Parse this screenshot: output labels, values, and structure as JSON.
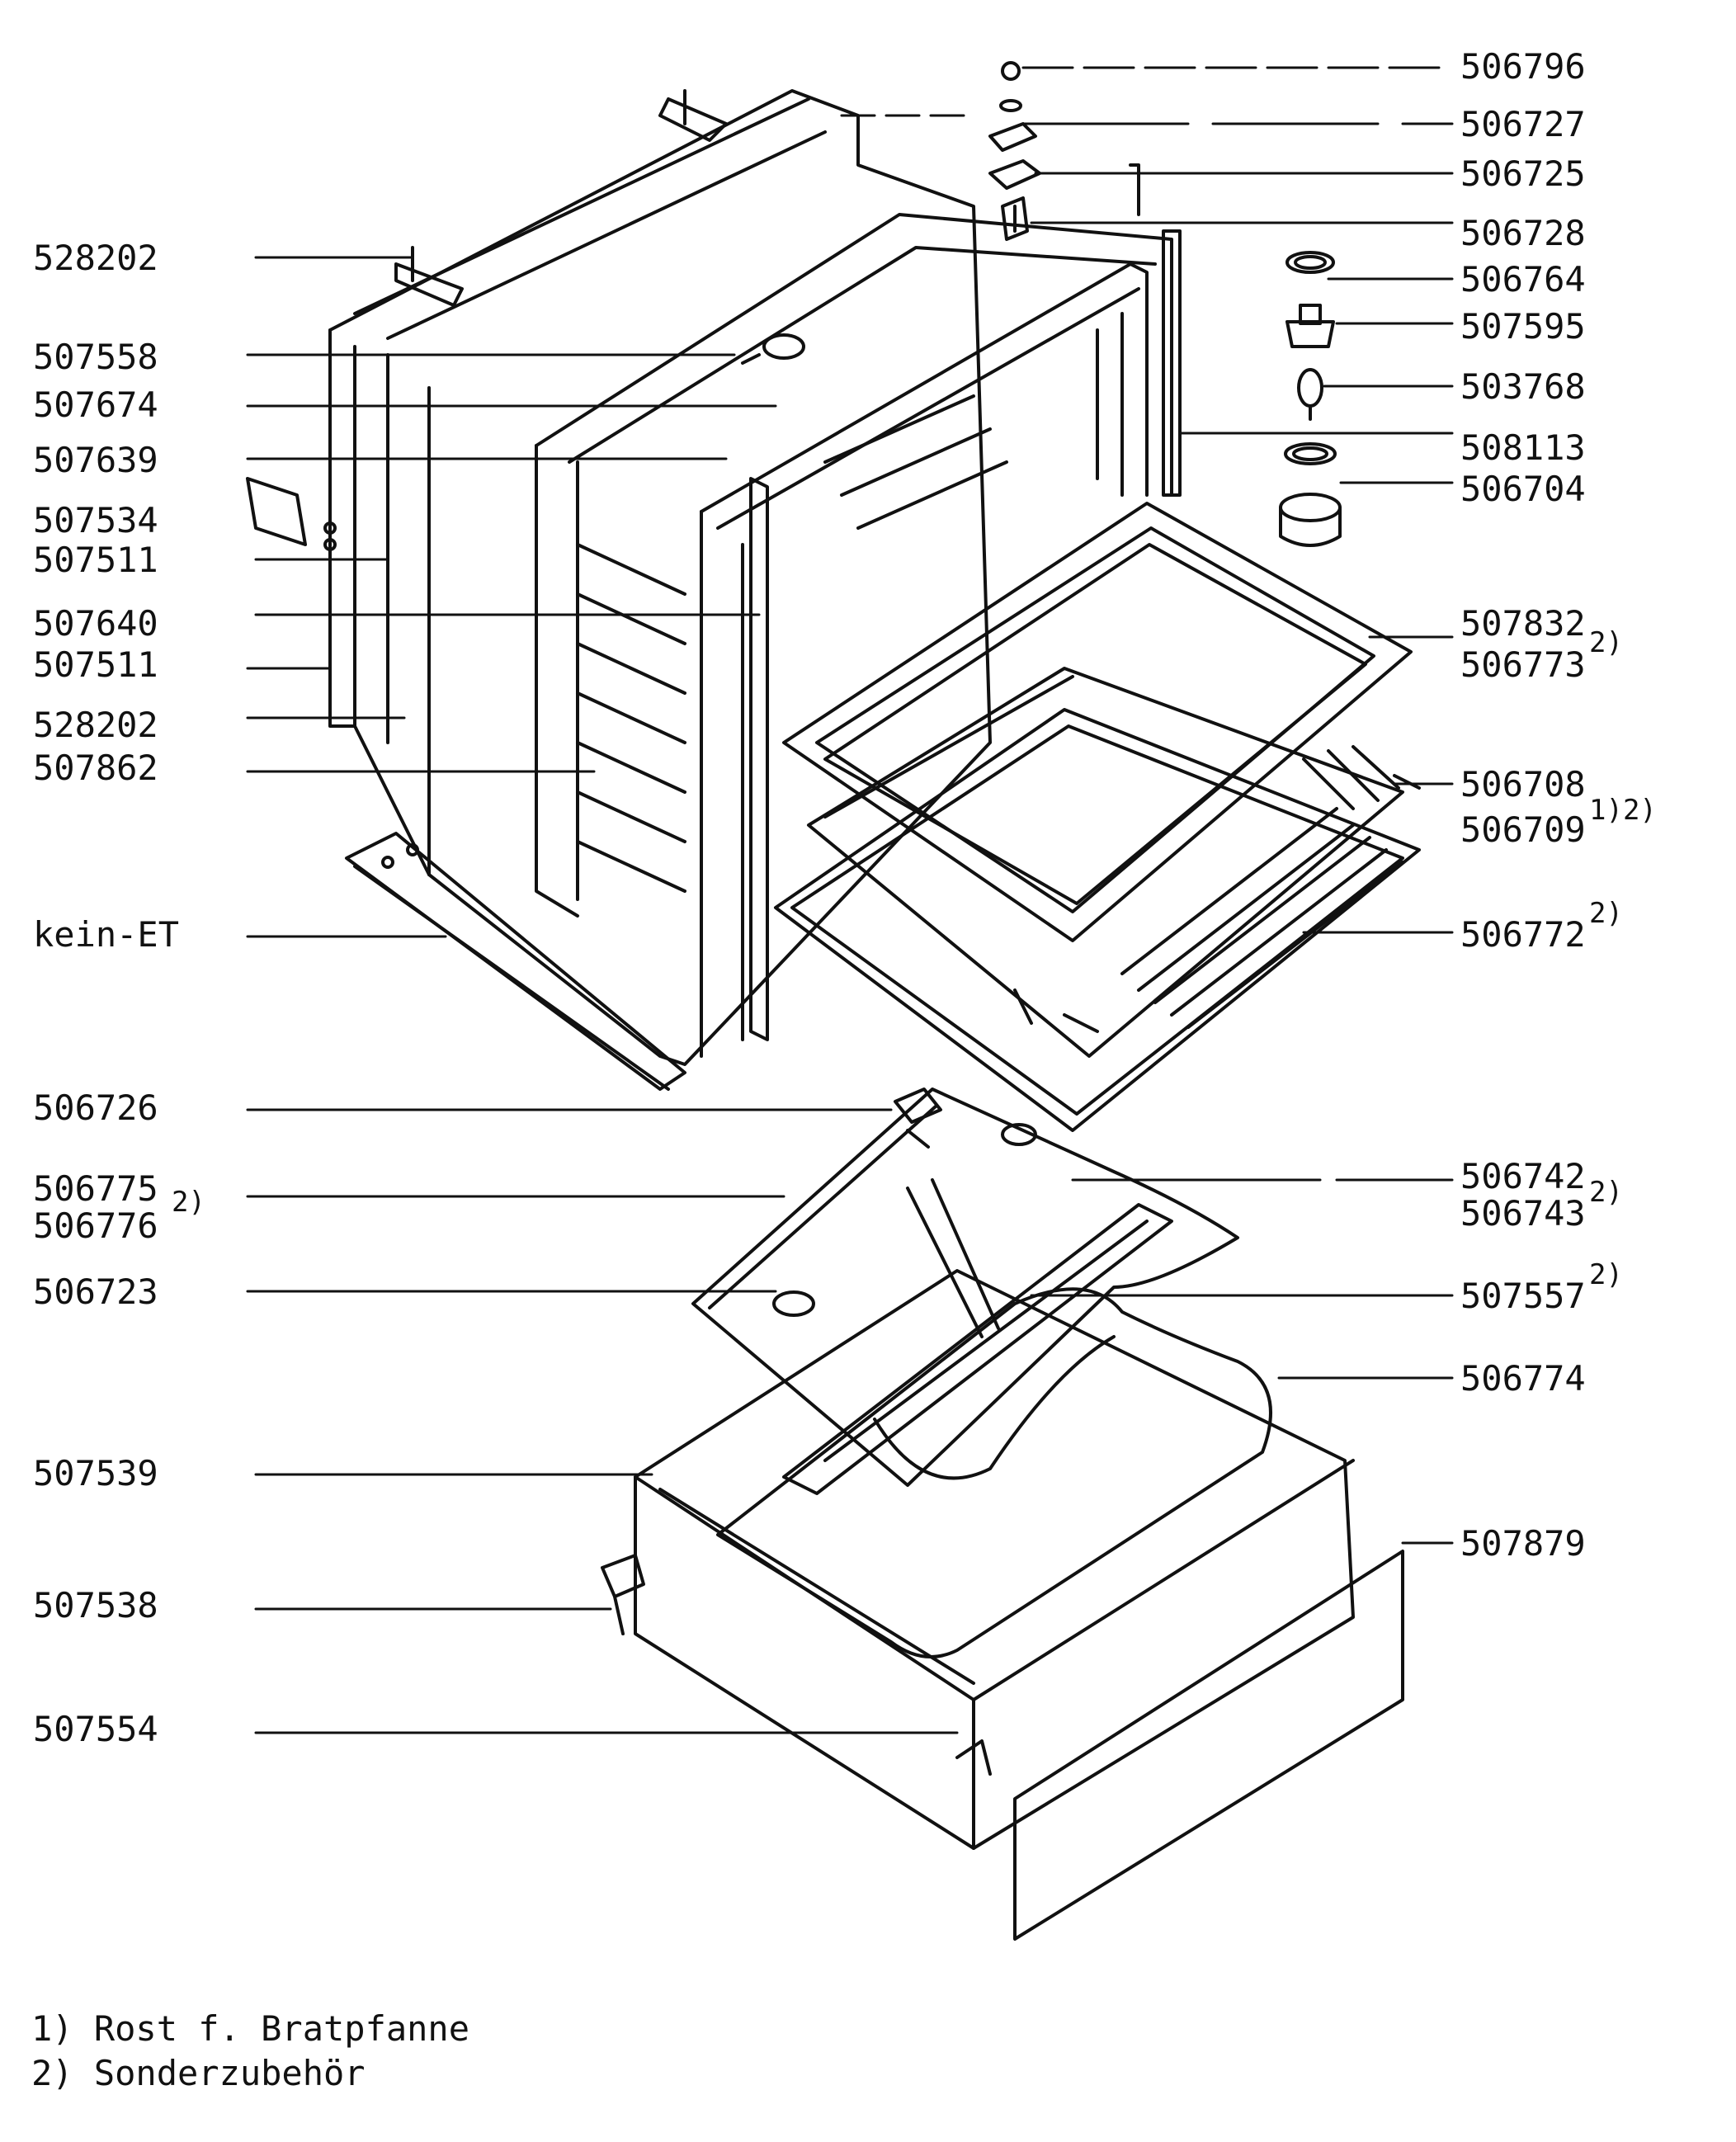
{
  "labels_left": [
    {
      "id": "l1",
      "text": "528202"
    },
    {
      "id": "l2",
      "text": "507558"
    },
    {
      "id": "l3",
      "text": "507674"
    },
    {
      "id": "l4",
      "text": "507639"
    },
    {
      "id": "l5",
      "text": "507534"
    },
    {
      "id": "l6",
      "text": "507511"
    },
    {
      "id": "l7",
      "text": "507640"
    },
    {
      "id": "l8",
      "text": "507511"
    },
    {
      "id": "l9",
      "text": "528202"
    },
    {
      "id": "l10",
      "text": "507862"
    },
    {
      "id": "l11",
      "text": "kein-ET"
    },
    {
      "id": "l12",
      "text": "506726"
    },
    {
      "id": "l13",
      "text": "506775"
    },
    {
      "id": "l14",
      "text": "506776"
    },
    {
      "id": "l15",
      "text": "506723"
    },
    {
      "id": "l16",
      "text": "507539"
    },
    {
      "id": "l17",
      "text": "507538"
    },
    {
      "id": "l18",
      "text": "507554"
    }
  ],
  "labels_right": [
    {
      "id": "r1",
      "text": "506796"
    },
    {
      "id": "r2",
      "text": "506727"
    },
    {
      "id": "r3",
      "text": "506725"
    },
    {
      "id": "r4",
      "text": "506728"
    },
    {
      "id": "r5",
      "text": "506764"
    },
    {
      "id": "r6",
      "text": "507595"
    },
    {
      "id": "r7",
      "text": "503768"
    },
    {
      "id": "r8",
      "text": "508113"
    },
    {
      "id": "r9",
      "text": "506704"
    },
    {
      "id": "r10",
      "text": "507832"
    },
    {
      "id": "r11",
      "text": "506773"
    },
    {
      "id": "r12",
      "text": "506708"
    },
    {
      "id": "r13",
      "text": "506709"
    },
    {
      "id": "r14",
      "text": "506772"
    },
    {
      "id": "r15",
      "text": "506742"
    },
    {
      "id": "r16",
      "text": "506743"
    },
    {
      "id": "r17",
      "text": "507557"
    },
    {
      "id": "r18",
      "text": "506774"
    },
    {
      "id": "r19",
      "text": "507879"
    }
  ],
  "superscripts": [
    {
      "id": "s1",
      "text": "2)"
    },
    {
      "id": "s2",
      "text": "1)2)"
    },
    {
      "id": "s3",
      "text": "2)"
    },
    {
      "id": "s4",
      "text": "2)"
    },
    {
      "id": "s5",
      "text": "2)"
    },
    {
      "id": "s6",
      "text": "2)"
    }
  ],
  "footnotes": [
    {
      "id": "f1",
      "text": "1) Rost f. Bratpfanne"
    },
    {
      "id": "f2",
      "text": "2) Sonderzubehör"
    }
  ],
  "colors": {
    "ink": "#111111",
    "paper": "#ffffff"
  }
}
